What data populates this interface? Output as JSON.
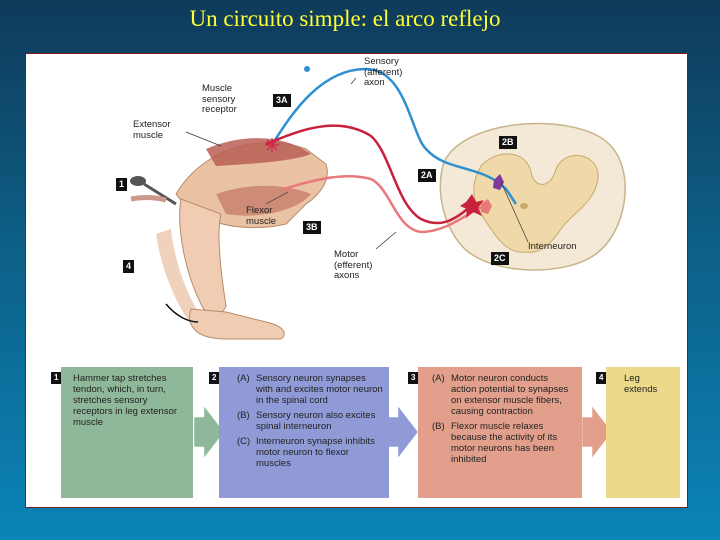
{
  "title": "Un circuito simple: el arco reflejo",
  "colors": {
    "sensory": "#2f8fd0",
    "motor_extensor": "#c8213c",
    "motor_flexor": "#e8787a",
    "interneuron": "#7d3a9a",
    "box1": "#8fb89a",
    "box2": "#8f9ad6",
    "box3": "#e2a08c",
    "box4": "#ecd98a",
    "title": "#ffff33"
  },
  "labels": {
    "sensory_axon": "Sensory\n(afferent)\naxon",
    "muscle_receptor": "Muscle\nsensory\nreceptor",
    "extensor_muscle": "Extensor\nmuscle",
    "flexor_muscle": "Flexor\nmuscle",
    "motor_axons": "Motor\n(efferent)\naxons",
    "interneuron": "Interneuron"
  },
  "tags": {
    "t1": "1",
    "t2a": "2A",
    "t2b": "2B",
    "t2c": "2C",
    "t3a": "3A",
    "t3b": "3B",
    "t4": "4"
  },
  "boxes": {
    "b1": {
      "num": "1",
      "text": "Hammer tap stretches tendon, which, in turn, stretches sensory receptors in leg extensor muscle"
    },
    "b2": {
      "num": "2",
      "a_key": "(A)",
      "a": "Sensory neuron synapses with and excites motor neuron in the spinal cord",
      "b_key": "(B)",
      "b": "Sensory neuron also excites spinal interneuron",
      "c_key": "(C)",
      "c": "Interneuron synapse inhibits motor neuron to flexor muscles"
    },
    "b3": {
      "num": "3",
      "a_key": "(A)",
      "a": "Motor neuron conducts action potential to synapses on extensor muscle fibers, causing contraction",
      "b_key": "(B)",
      "b": "Flexor muscle relaxes because the activity of its motor neurons has been inhibited"
    },
    "b4": {
      "num": "4",
      "text": "Leg extends"
    }
  }
}
